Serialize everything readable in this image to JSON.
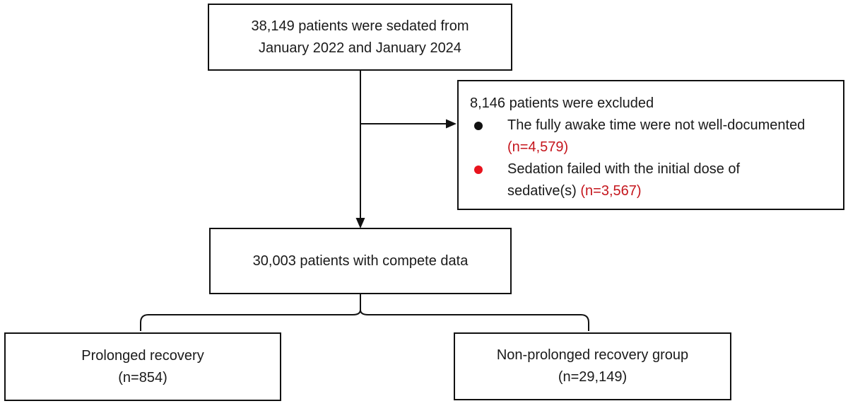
{
  "colors": {
    "line": "#111111",
    "text": "#1a1a1a",
    "red_count_text": "#c5161d",
    "red_bullet": "#e8131d",
    "black_bullet": "#111111",
    "background": "#ffffff"
  },
  "flowchart": {
    "top_box": {
      "line1": "38,149 patients were sedated from",
      "line2": "January 2022 and January 2024"
    },
    "exclusion_box": {
      "title": "8,146 patients were excluded",
      "bullets": [
        {
          "line1": "The fully awake time were not well-documented",
          "line2_black": "",
          "line2_red": "(n=4,579)"
        },
        {
          "line1": "Sedation failed with the initial dose of",
          "line2_black": "sedative(s) ",
          "line2_red": "(n=3,567)"
        }
      ]
    },
    "middle_box": {
      "line1": "30,003 patients with compete data"
    },
    "left_box": {
      "line1": "Prolonged recovery",
      "line2": "(n=854)"
    },
    "right_box": {
      "line1": "Non-prolonged recovery group",
      "line2": "(n=29,149)"
    }
  }
}
